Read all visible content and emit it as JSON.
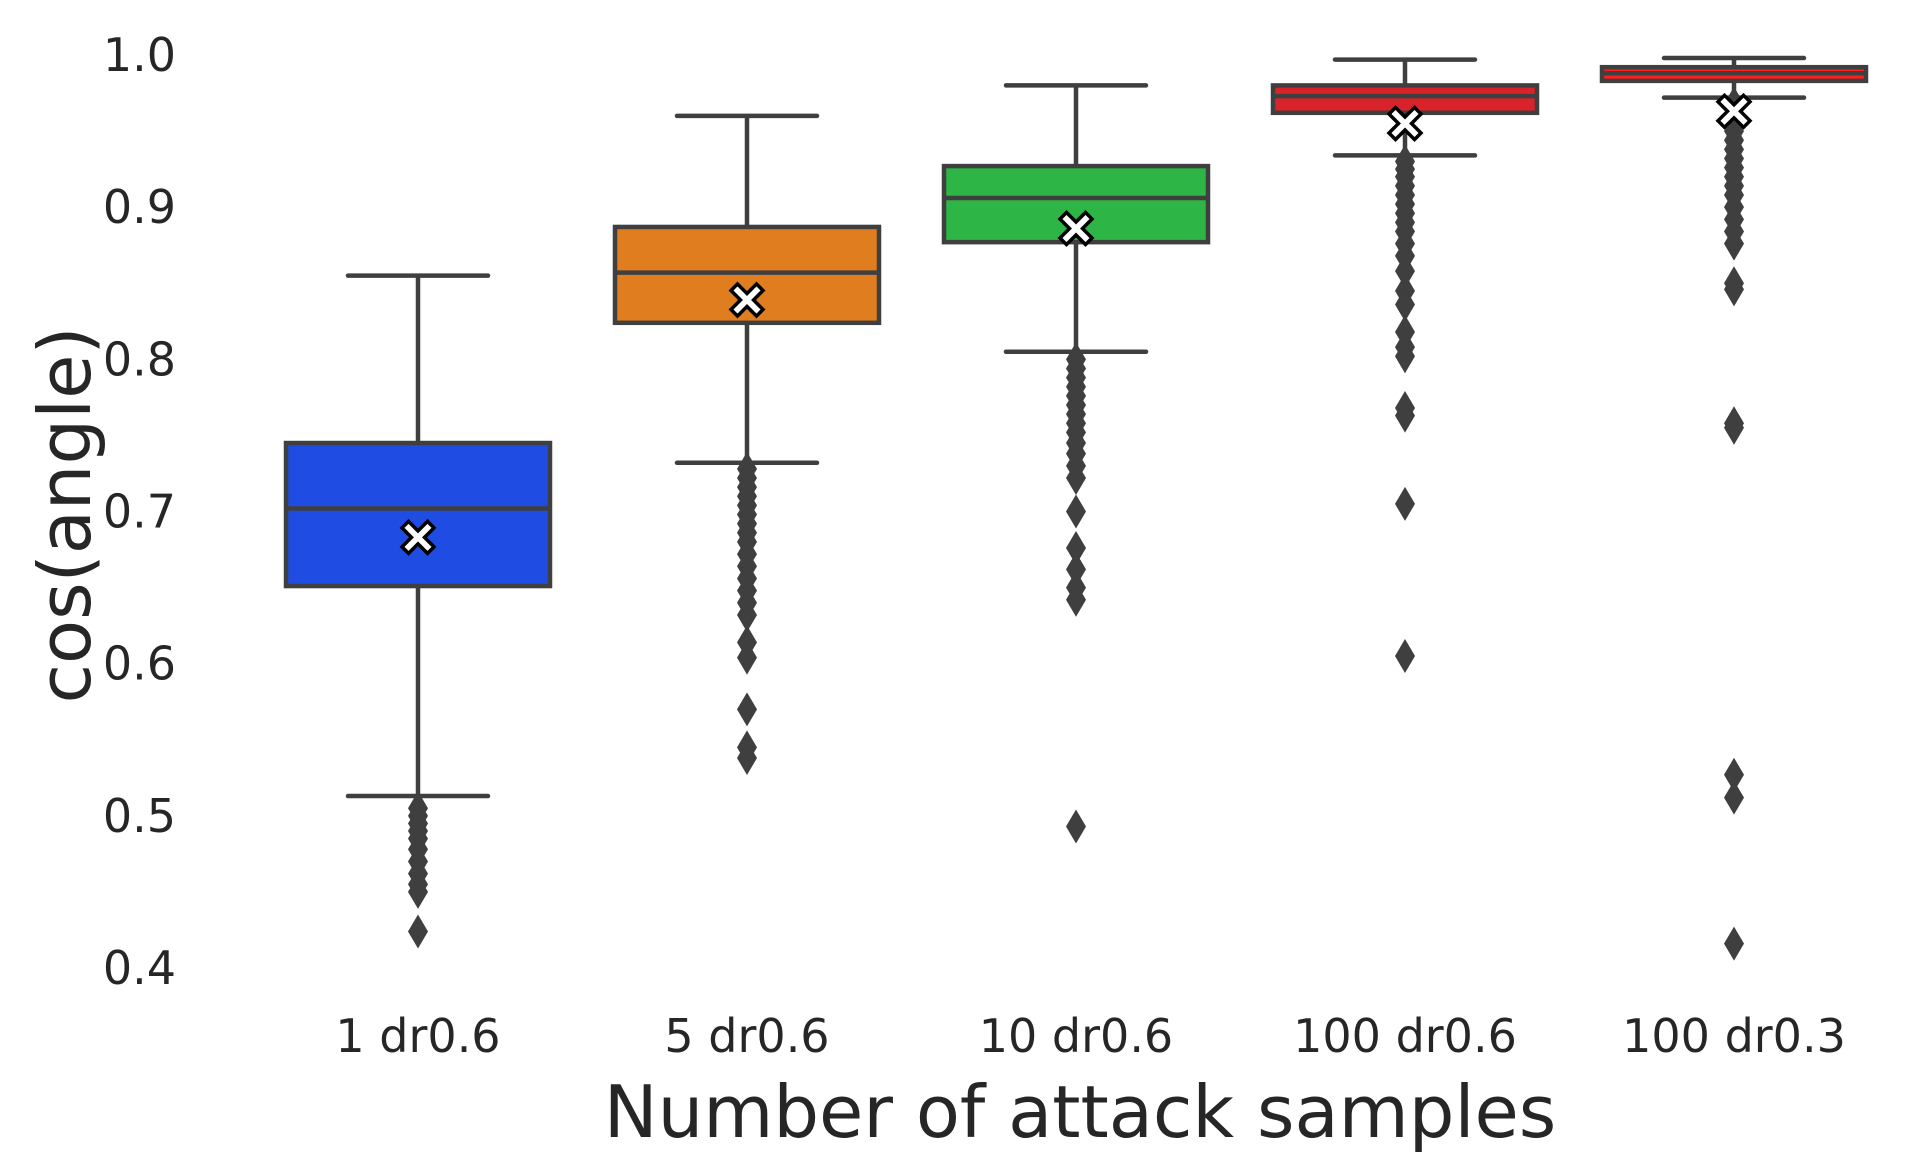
{
  "chart_data": {
    "type": "box",
    "xlabel": "Number of attack samples",
    "ylabel": "cos(angle)",
    "ylim": [
      0.4,
      1.0
    ],
    "yticks": [
      "0.4",
      "0.5",
      "0.6",
      "0.7",
      "0.8",
      "0.9",
      "1.0"
    ],
    "grid": false,
    "legend": "none",
    "categories": [
      "1 dr0.6",
      "5 dr0.6",
      "10 dr0.6",
      "100 dr0.6",
      "100 dr0.3"
    ],
    "boxes": [
      {
        "category": "1 dr0.6",
        "color": "#1f4de3",
        "whisker_low": 0.513,
        "q1": 0.651,
        "median": 0.702,
        "q3": 0.745,
        "whisker_high": 0.855,
        "mean": 0.683,
        "outliers": [
          0.505,
          0.5,
          0.495,
          0.49,
          0.485,
          0.478,
          0.47,
          0.462,
          0.455,
          0.45,
          0.424
        ]
      },
      {
        "category": "5 dr0.6",
        "color": "#e07d1e",
        "whisker_low": 0.732,
        "q1": 0.824,
        "median": 0.857,
        "q3": 0.887,
        "whisker_high": 0.96,
        "mean": 0.839,
        "outliers": [
          0.728,
          0.722,
          0.716,
          0.71,
          0.704,
          0.698,
          0.692,
          0.686,
          0.68,
          0.672,
          0.664,
          0.656,
          0.648,
          0.64,
          0.632,
          0.614,
          0.604,
          0.57,
          0.545,
          0.538
        ]
      },
      {
        "category": "10 dr0.6",
        "color": "#2db545",
        "whisker_low": 0.805,
        "q1": 0.877,
        "median": 0.906,
        "q3": 0.927,
        "whisker_high": 0.98,
        "mean": 0.886,
        "outliers": [
          0.8,
          0.794,
          0.788,
          0.782,
          0.776,
          0.77,
          0.764,
          0.758,
          0.752,
          0.745,
          0.738,
          0.73,
          0.722,
          0.7,
          0.676,
          0.662,
          0.65,
          0.642,
          0.493
        ]
      },
      {
        "category": "100 dr0.6",
        "color": "#d9232a",
        "whisker_low": 0.934,
        "q1": 0.962,
        "median": 0.973,
        "q3": 0.98,
        "whisker_high": 0.997,
        "mean": 0.955,
        "outliers": [
          0.93,
          0.925,
          0.92,
          0.914,
          0.908,
          0.902,
          0.896,
          0.89,
          0.884,
          0.876,
          0.868,
          0.858,
          0.845,
          0.836,
          0.818,
          0.808,
          0.802,
          0.768,
          0.763,
          0.705,
          0.605
        ]
      },
      {
        "category": "100 dr0.3",
        "color": "#ff1d1d",
        "whisker_low": 0.972,
        "q1": 0.983,
        "median": 0.988,
        "q3": 0.992,
        "whisker_high": 0.998,
        "mean": 0.963,
        "outliers": [
          0.968,
          0.962,
          0.956,
          0.95,
          0.944,
          0.938,
          0.932,
          0.926,
          0.92,
          0.914,
          0.908,
          0.9,
          0.892,
          0.884,
          0.876,
          0.85,
          0.846,
          0.758,
          0.755,
          0.527,
          0.512,
          0.416
        ]
      }
    ]
  }
}
